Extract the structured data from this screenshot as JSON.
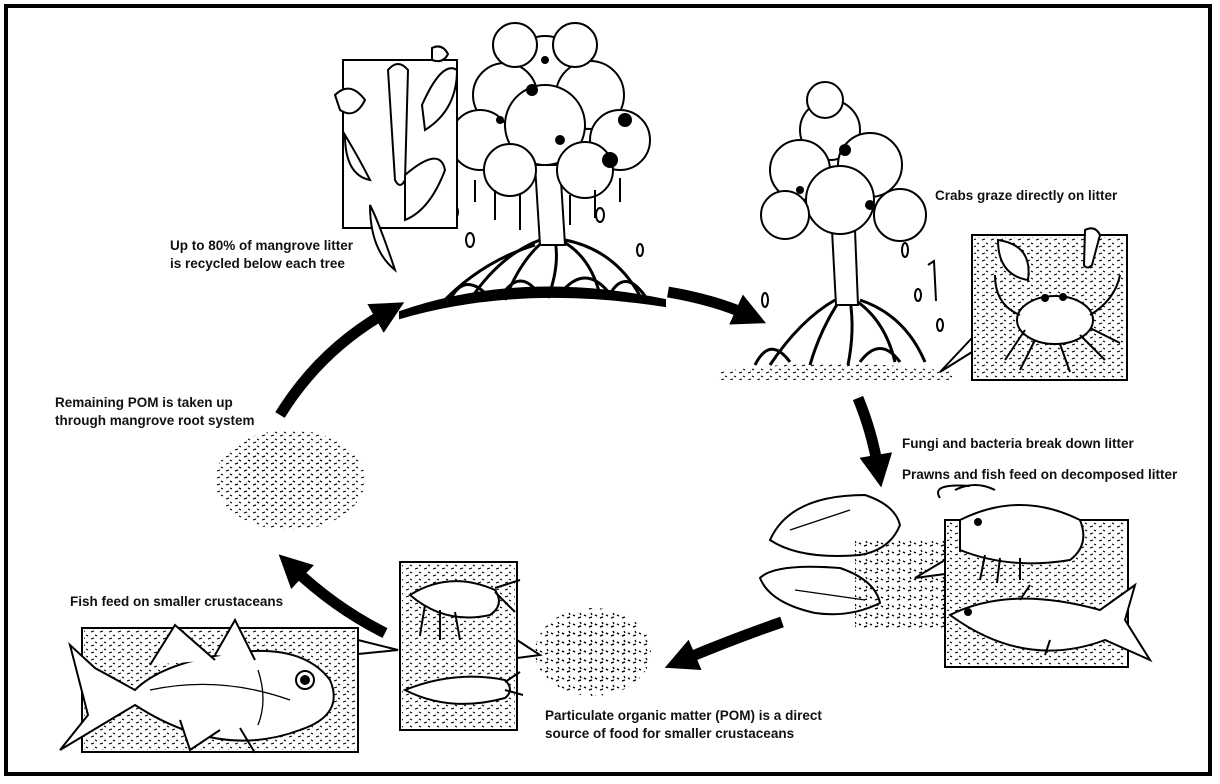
{
  "labels": {
    "litter_recycled": [
      "Up to 80% of mangrove litter",
      "is recycled below each tree"
    ],
    "crabs": "Crabs graze directly on litter",
    "fungi": "Fungi and bacteria break down litter",
    "prawns": "Prawns and fish feed on decomposed litter",
    "pom_food": [
      "Particulate organic matter (POM) is a direct",
      "source of food for smaller crustaceans"
    ],
    "fish_feed": "Fish feed on smaller crustaceans",
    "remaining_pom": [
      "Remaining POM is taken up",
      "through mangrove root system"
    ]
  },
  "colors": {
    "ink": "#000000",
    "paper": "#ffffff"
  }
}
